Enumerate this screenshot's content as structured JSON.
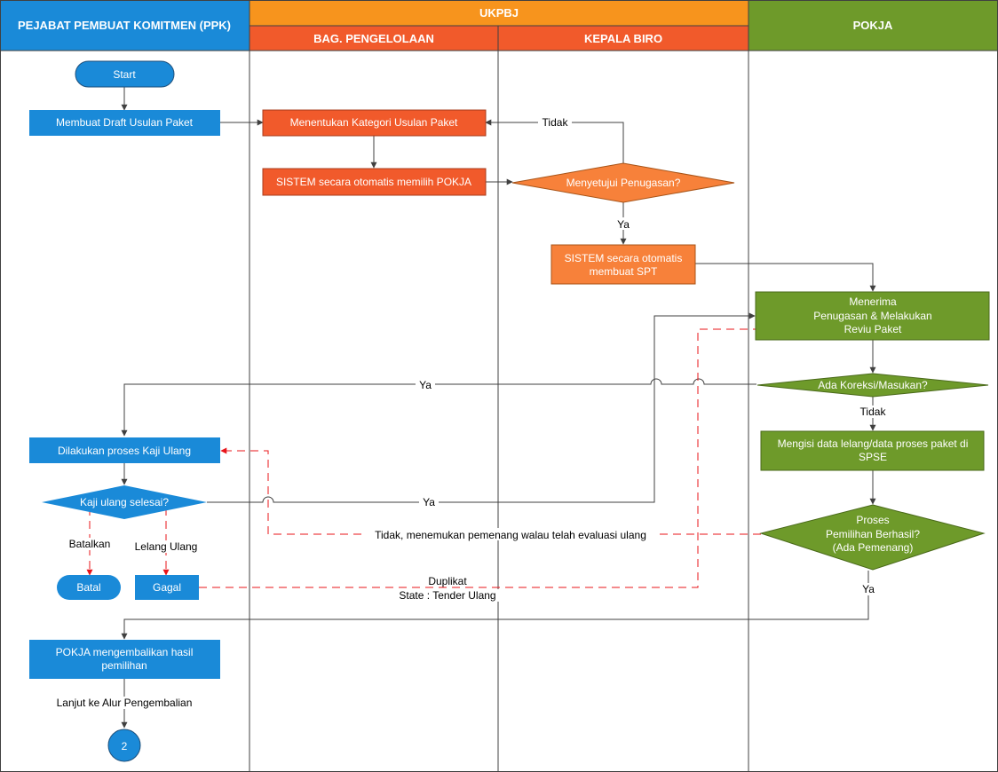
{
  "headers": {
    "ppk": "PEJABAT PEMBUAT KOMITMEN (PPK)",
    "ukpbj": "UKPBJ",
    "bag": "BAG. PENGELOLAAN",
    "kepala": "KEPALA BIRO",
    "pokja": "POKJA"
  },
  "nodes": {
    "start": "Start",
    "draft": "Membuat Draft Usulan Paket",
    "kategori": "Menentukan Kategori Usulan Paket",
    "sistem_pokja": "SISTEM secara otomatis memilih POKJA",
    "menyetujui": "Menyetujui Penugasan?",
    "spt_1": "SISTEM secara otomatis",
    "spt_2": "membuat SPT",
    "terima_1": "Menerima",
    "terima_2": "Penugasan & Melakukan",
    "terima_3": "Reviu Paket",
    "koreksi": "Ada Koreksi/Masukan?",
    "isi_1": "Mengisi data lelang/data proses paket di",
    "isi_2": "SPSE",
    "proses_1": "Proses",
    "proses_2": "Pemilihan Berhasil?",
    "proses_3": "(Ada Pemenang)",
    "kaji": "Dilakukan proses Kaji Ulang",
    "kaji_selesai": "Kaji ulang selesai?",
    "batal": "Batal",
    "gagal": "Gagal",
    "kembali_1": "POKJA mengembalikan hasil",
    "kembali_2": "pemilihan",
    "connector": "2"
  },
  "edges": {
    "tidak_top": "Tidak",
    "ya_spt": "Ya",
    "ya_koreksi": "Ya",
    "tidak_koreksi": "Tidak",
    "ya_kaji": "Ya",
    "batalkan": "Batalkan",
    "lelang_ulang": "Lelang Ulang",
    "tidak_evaluasi": "Tidak, menemukan pemenang walau telah evaluasi ulang",
    "duplikat": "Duplikat",
    "state": "State : Tender Ulang",
    "ya_proses": "Ya",
    "lanjut": "Lanjut ke Alur Pengembalian"
  },
  "colors": {
    "blue": "#1a8ad8",
    "orange_header": "#f7941d",
    "red_header": "#f15a2b",
    "red_box": "#f15a2b",
    "orange_box": "#f7813a",
    "green": "#6e9a2a",
    "dashed_red": "#e8141a",
    "line": "#404040"
  }
}
